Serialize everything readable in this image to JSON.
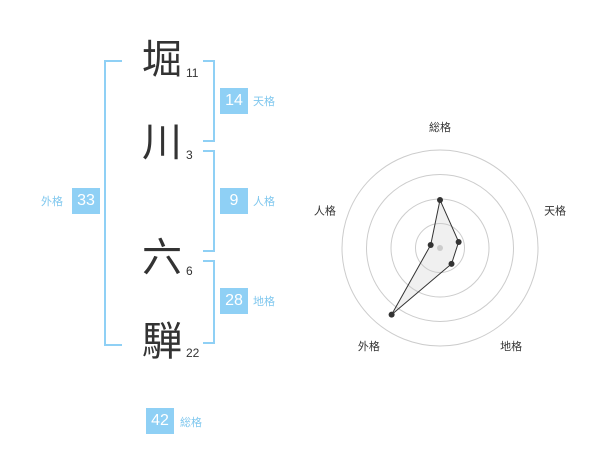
{
  "characters": [
    {
      "char": "堀",
      "strokes": "11"
    },
    {
      "char": "川",
      "strokes": "3"
    },
    {
      "char": "六",
      "strokes": "6"
    },
    {
      "char": "騨",
      "strokes": "22"
    }
  ],
  "fortunes": {
    "tenkaku": {
      "value": "14",
      "label": "天格"
    },
    "jinkaku": {
      "value": "9",
      "label": "人格"
    },
    "chikaku": {
      "value": "28",
      "label": "地格"
    },
    "gaikaku": {
      "value": "33",
      "label": "外格"
    },
    "soukaku": {
      "value": "42",
      "label": "総格"
    }
  },
  "chart_data": {
    "type": "radar",
    "axes": [
      "総格",
      "天格",
      "地格",
      "外格",
      "人格"
    ],
    "values": [
      0.49,
      0.2,
      0.2,
      0.84,
      0.1
    ],
    "range": [
      0,
      1
    ],
    "rings": 4
  }
}
